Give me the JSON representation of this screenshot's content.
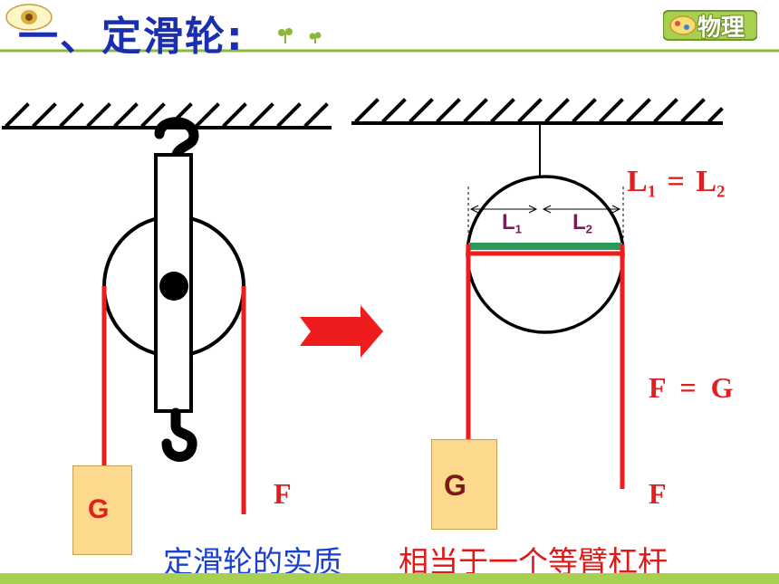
{
  "title": "一、定滑轮:",
  "badge": {
    "text": "物理"
  },
  "colors": {
    "rope": "#ee1c1c",
    "title": "#1a2fb0",
    "lever": "#2e9a5a",
    "weight_fill": "#fcd98c"
  },
  "left_diagram": {
    "weight_label": "G",
    "force_label": "F"
  },
  "right_diagram": {
    "weight_label": "G",
    "force_label": "F",
    "arm_left": {
      "letter": "L",
      "sub": "1"
    },
    "arm_right": {
      "letter": "L",
      "sub": "2"
    },
    "equation_arms": {
      "left_letter": "L",
      "left_sub": "1",
      "op": "=",
      "right_letter": "L",
      "right_sub": "2"
    },
    "equation_force": "F  =  G"
  },
  "captions": {
    "essence": "定滑轮的实质",
    "equivalent": "相当于一个等臂杠杆"
  }
}
